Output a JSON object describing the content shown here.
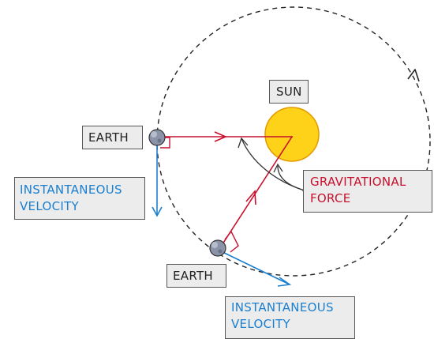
{
  "labels": {
    "sun": "SUN",
    "earth_left": "EARTH",
    "earth_bottom": "EARTH",
    "velocity_left": [
      "INSTANTANEOUS",
      "VELOCITY"
    ],
    "velocity_bottom": [
      "INSTANTANEOUS",
      "VELOCITY"
    ],
    "gravitational_force": [
      "GRAVITATIONAL",
      "FORCE"
    ]
  },
  "colors": {
    "orbit": "#222222",
    "sun_fill": "#ffd21a",
    "sun_stroke": "#e39a00",
    "earth_fill": "#8a93a8",
    "force_arrow": "#c8102e",
    "velocity_arrow": "#1a7fd0",
    "label_background": "#ececec",
    "label_border": "#555555"
  },
  "icons": {
    "orbit_direction": "arrowhead-icon",
    "right_angle": "right-angle-icon"
  }
}
